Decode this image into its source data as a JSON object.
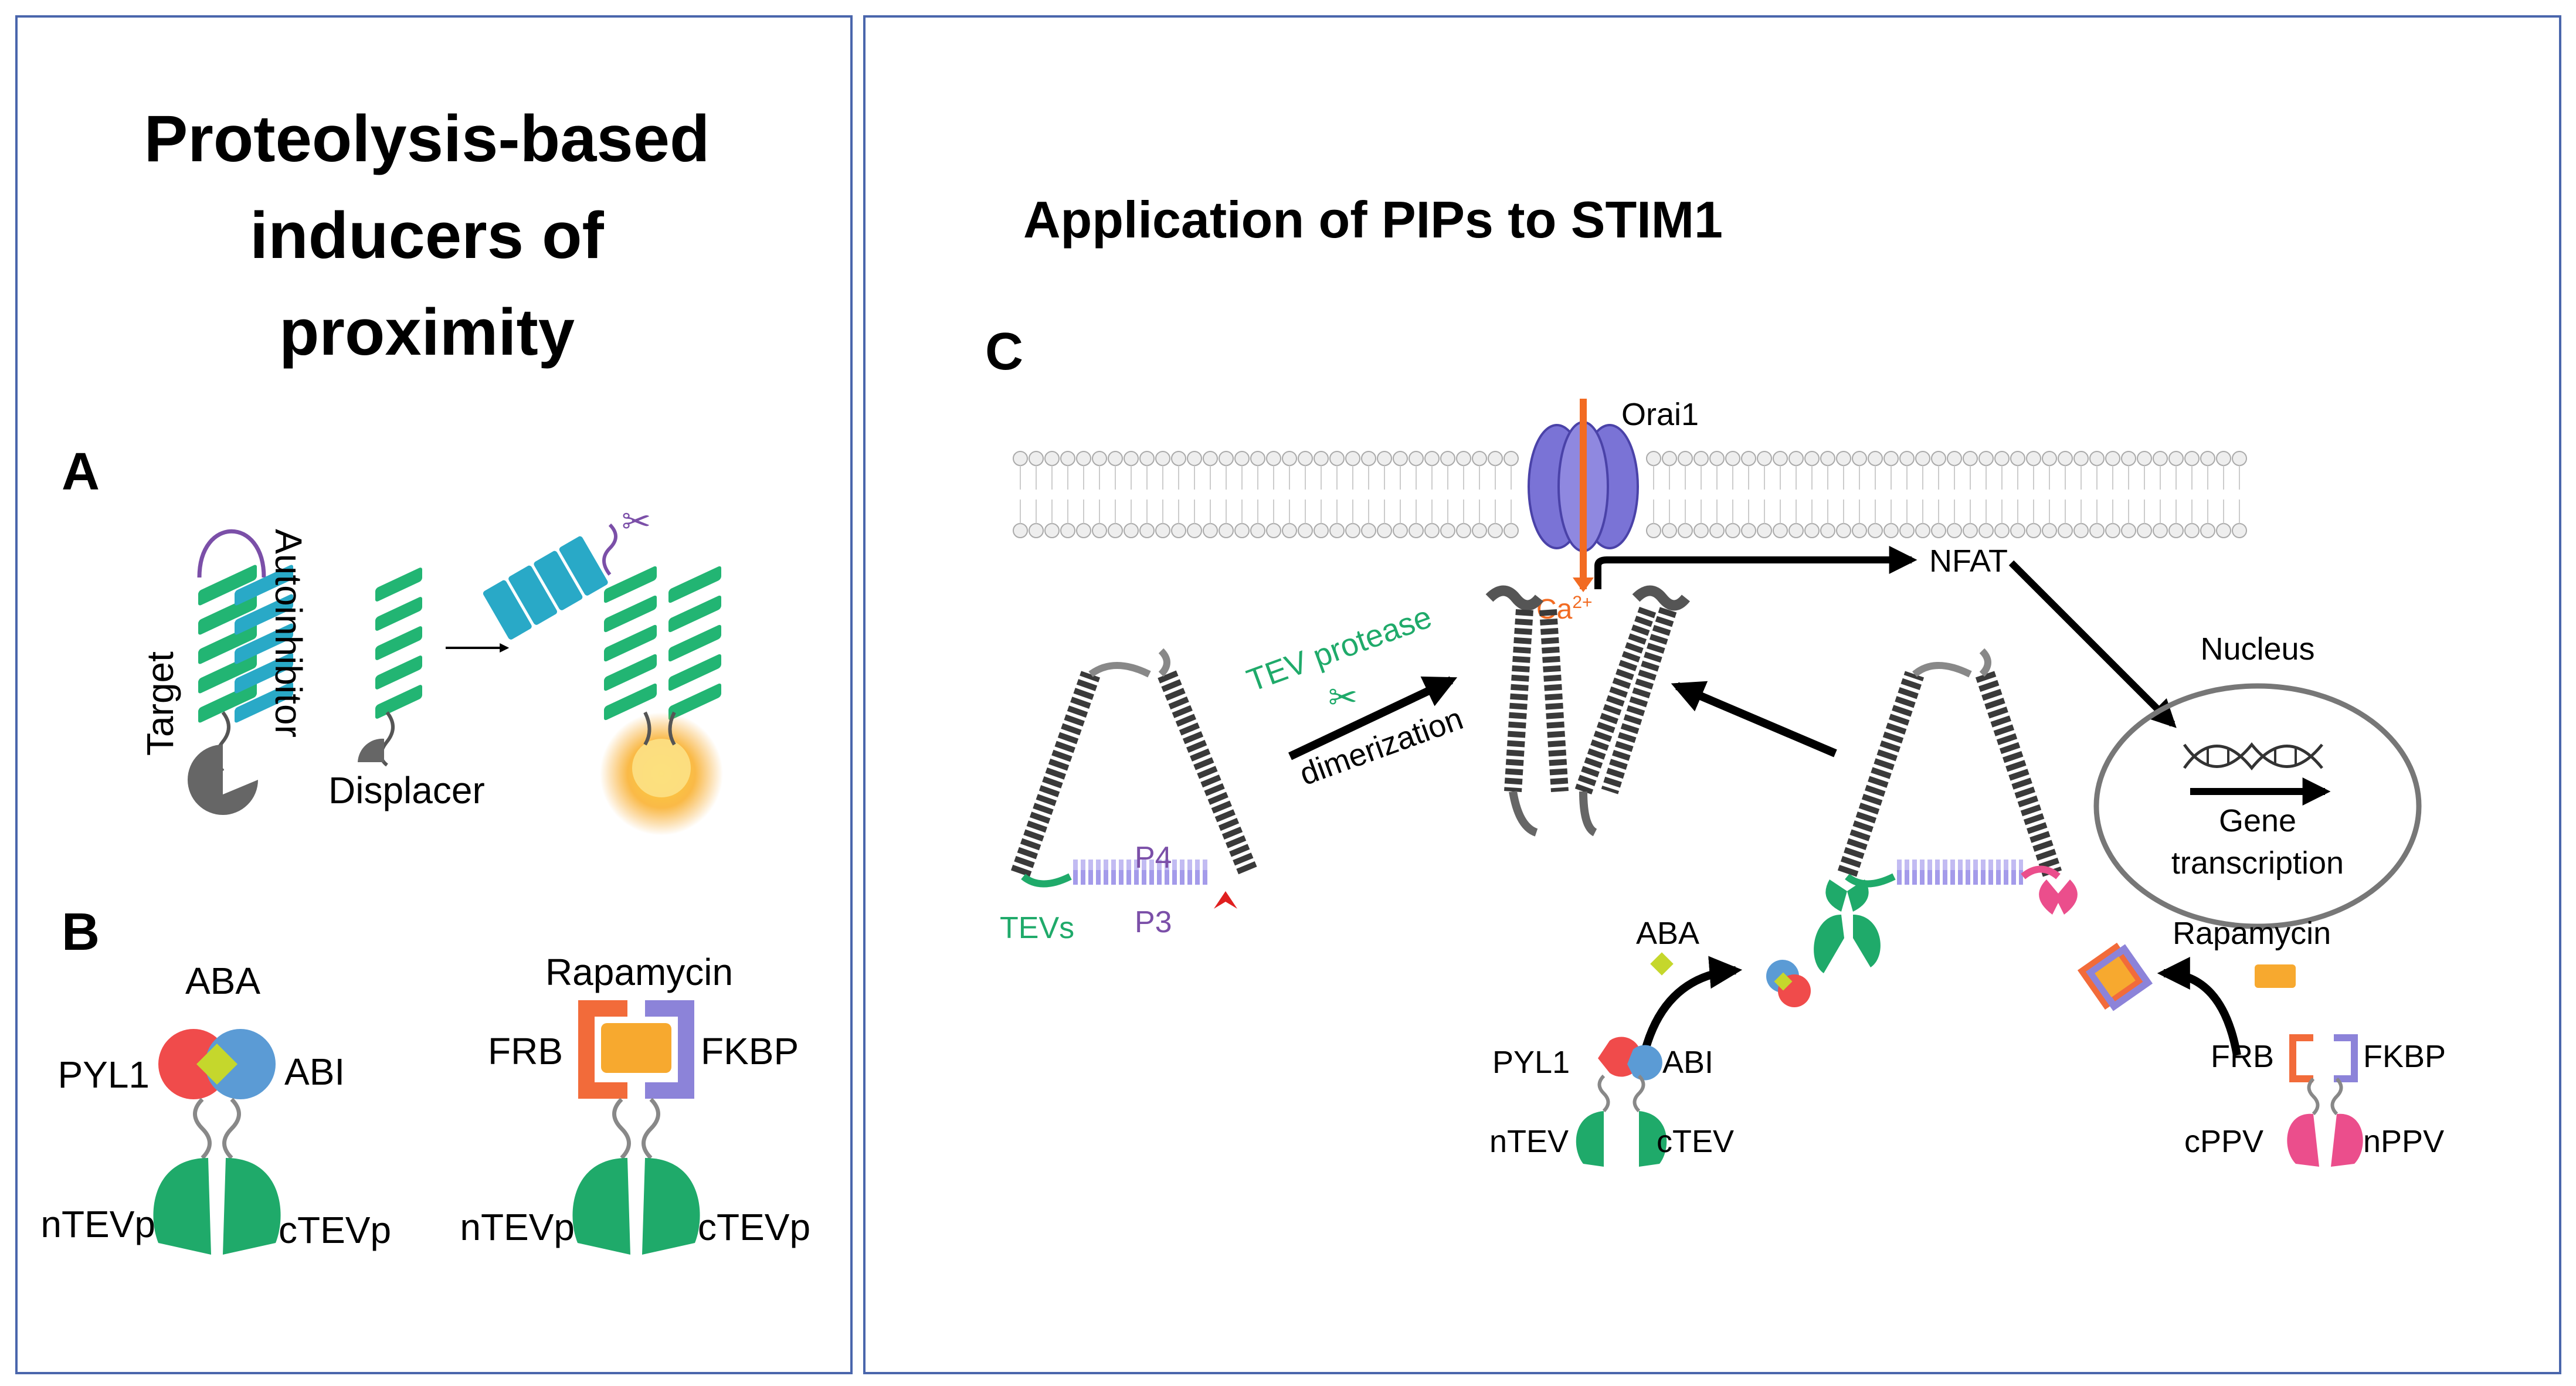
{
  "left_panel": {
    "title_lines": [
      "Proteolysis-based",
      "inducers of",
      "proximity"
    ],
    "panel_a": {
      "letter": "A",
      "target_label": "Target",
      "autoinhibitor_label": "Autoinhibitor",
      "displacer_label": "Displacer"
    },
    "panel_b": {
      "letter": "B",
      "aba": {
        "ligand": "ABA",
        "left": "PYL1",
        "right": "ABI",
        "bottom_left": "nTEVp",
        "bottom_right": "cTEVp"
      },
      "rapa": {
        "ligand": "Rapamycin",
        "left": "FRB",
        "right": "FKBP",
        "bottom_left": "nTEVp",
        "bottom_right": "cTEVp"
      }
    }
  },
  "right_panel": {
    "title": "Application of PIPs to STIM1",
    "letter": "C",
    "orai_label": "Orai1",
    "ca_label": "Ca",
    "ca_charge": "2+",
    "nfat_label": "NFAT",
    "nucleus_label": "Nucleus",
    "gene_label_1": "Gene",
    "gene_label_2": "transcription",
    "tev_protease_label": "TEV protease",
    "dimerization_label": "dimerization",
    "tevs_label": "TEVs",
    "p4_label": "P4",
    "p3_label": "P3",
    "aba_label": "ABA",
    "pyl1_label": "PYL1",
    "abi_label": "ABI",
    "ntev_label": "nTEV",
    "ctev_label": "cTEV",
    "rapamycin_label": "Rapamycin",
    "frb_label": "FRB",
    "fkbp_label": "FKBP",
    "cppv_label": "cPPV",
    "nppv_label": "nPPV"
  },
  "colors": {
    "helix_green": "#22b573",
    "helix_teal": "#29a9c7",
    "tev_green": "#1faa6a",
    "pyl1_red": "#f04b4b",
    "abi_blue": "#5b9bd5",
    "aba_yellow": "#c5d72c",
    "frb_orange": "#f26b3a",
    "fkbp_purple": "#8c83d9",
    "rapamycin_orange": "#f7a92f",
    "orai_purple": "#7a73d6",
    "calcium_orange": "#f26b22",
    "ppv_pink": "#eb4e8c",
    "linker_purple": "#7b4fa8"
  }
}
